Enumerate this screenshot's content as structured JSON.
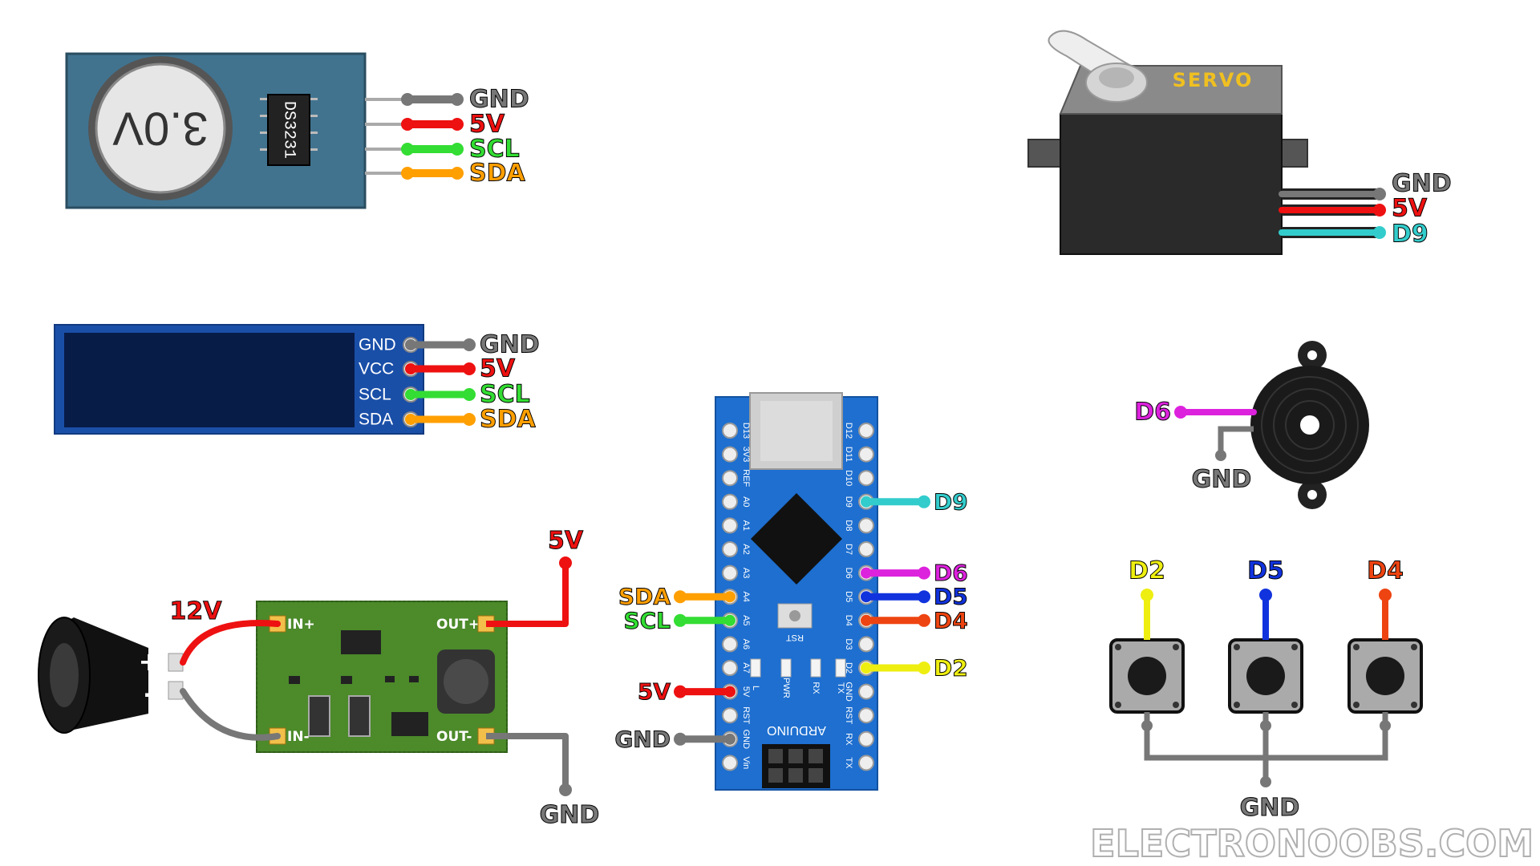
{
  "rtc": {
    "battery_label": "3.0V",
    "chip_label": "DS3231",
    "wires": [
      {
        "label": "GND",
        "color": "#777777"
      },
      {
        "label": "5V",
        "color": "#ee1111"
      },
      {
        "label": "SCL",
        "color": "#33dd33"
      },
      {
        "label": "SDA",
        "color": "#ff9f00"
      }
    ]
  },
  "servo": {
    "label": "SERVO",
    "wires": [
      {
        "label": "GND",
        "color": "#777777"
      },
      {
        "label": "5V",
        "color": "#ee1111"
      },
      {
        "label": "D9",
        "color": "#33cccc"
      }
    ]
  },
  "oled": {
    "pins": [
      "GND",
      "VCC",
      "SCL",
      "SDA"
    ],
    "wires": [
      {
        "label": "GND",
        "color": "#777777"
      },
      {
        "label": "5V",
        "color": "#ee1111"
      },
      {
        "label": "SCL",
        "color": "#33dd33"
      },
      {
        "label": "SDA",
        "color": "#ff9f00"
      }
    ]
  },
  "buzzer": {
    "signal": {
      "label": "D6",
      "color": "#dd22dd"
    },
    "ground": {
      "label": "GND",
      "color": "#777777"
    }
  },
  "converter": {
    "input_label": "12V",
    "output_label": "5V",
    "ground_label": "GND",
    "plus_sign": "+",
    "minus_sign": "-",
    "pads": {
      "in_plus": "IN+",
      "in_minus": "IN-",
      "out_plus": "OUT+",
      "out_minus": "OUT-"
    }
  },
  "arduino": {
    "brand": "ARDUINO",
    "reset_label": "RST",
    "left_pins": [
      "D13",
      "3V3",
      "REF",
      "A0",
      "A1",
      "A2",
      "A3",
      "A4",
      "A5",
      "A6",
      "A7",
      "5V",
      "RST",
      "GND",
      "Vin"
    ],
    "right_pins": [
      "D12",
      "D11",
      "D10",
      "D9",
      "D8",
      "D7",
      "D6",
      "D5",
      "D4",
      "D3",
      "D2",
      "GND",
      "RST",
      "RX",
      "TX"
    ],
    "leds": [
      "L",
      "PWR",
      "RX",
      "TX"
    ],
    "left_wires": [
      {
        "pin": "A4",
        "label": "SDA",
        "color": "#ff9f00"
      },
      {
        "pin": "A5",
        "label": "SCL",
        "color": "#33dd33"
      },
      {
        "pin": "5V",
        "label": "5V",
        "color": "#ee1111"
      },
      {
        "pin": "GND",
        "label": "GND",
        "color": "#777777"
      }
    ],
    "right_wires": [
      {
        "pin": "D9",
        "label": "D9",
        "color": "#33cccc"
      },
      {
        "pin": "D6",
        "label": "D6",
        "color": "#dd22dd"
      },
      {
        "pin": "D5",
        "label": "D5",
        "color": "#1133dd"
      },
      {
        "pin": "D4",
        "label": "D4",
        "color": "#ee4411"
      },
      {
        "pin": "D2",
        "label": "D2",
        "color": "#eeee11"
      }
    ]
  },
  "buttons": {
    "items": [
      {
        "label": "D2",
        "color": "#eeee11"
      },
      {
        "label": "D5",
        "color": "#1133dd"
      },
      {
        "label": "D4",
        "color": "#ee4411"
      }
    ],
    "ground_label": "GND"
  },
  "watermark": "ELECTRONOOBS.COM"
}
